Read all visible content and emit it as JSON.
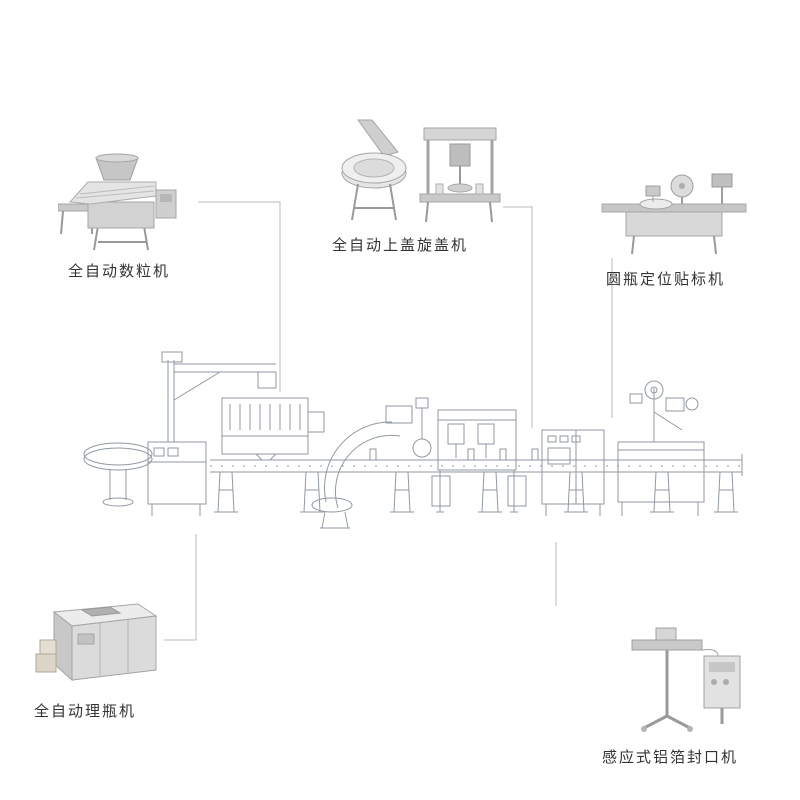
{
  "figure": {
    "type": "equipment-production-line-diagram",
    "background": "#ffffff"
  },
  "colors": {
    "line_art": "#9099a2",
    "callout_line": "#b9bcbe",
    "label_text": "#333333"
  },
  "machines": [
    {
      "id": "counting",
      "label": "全自动数粒机"
    },
    {
      "id": "capping",
      "label": "全自动上盖旋盖机"
    },
    {
      "id": "labeling",
      "label": "圆瓶定位贴标机"
    },
    {
      "id": "unscrambler",
      "label": "全自动理瓶机"
    },
    {
      "id": "sealing",
      "label": "感应式铝箔封口机"
    }
  ]
}
